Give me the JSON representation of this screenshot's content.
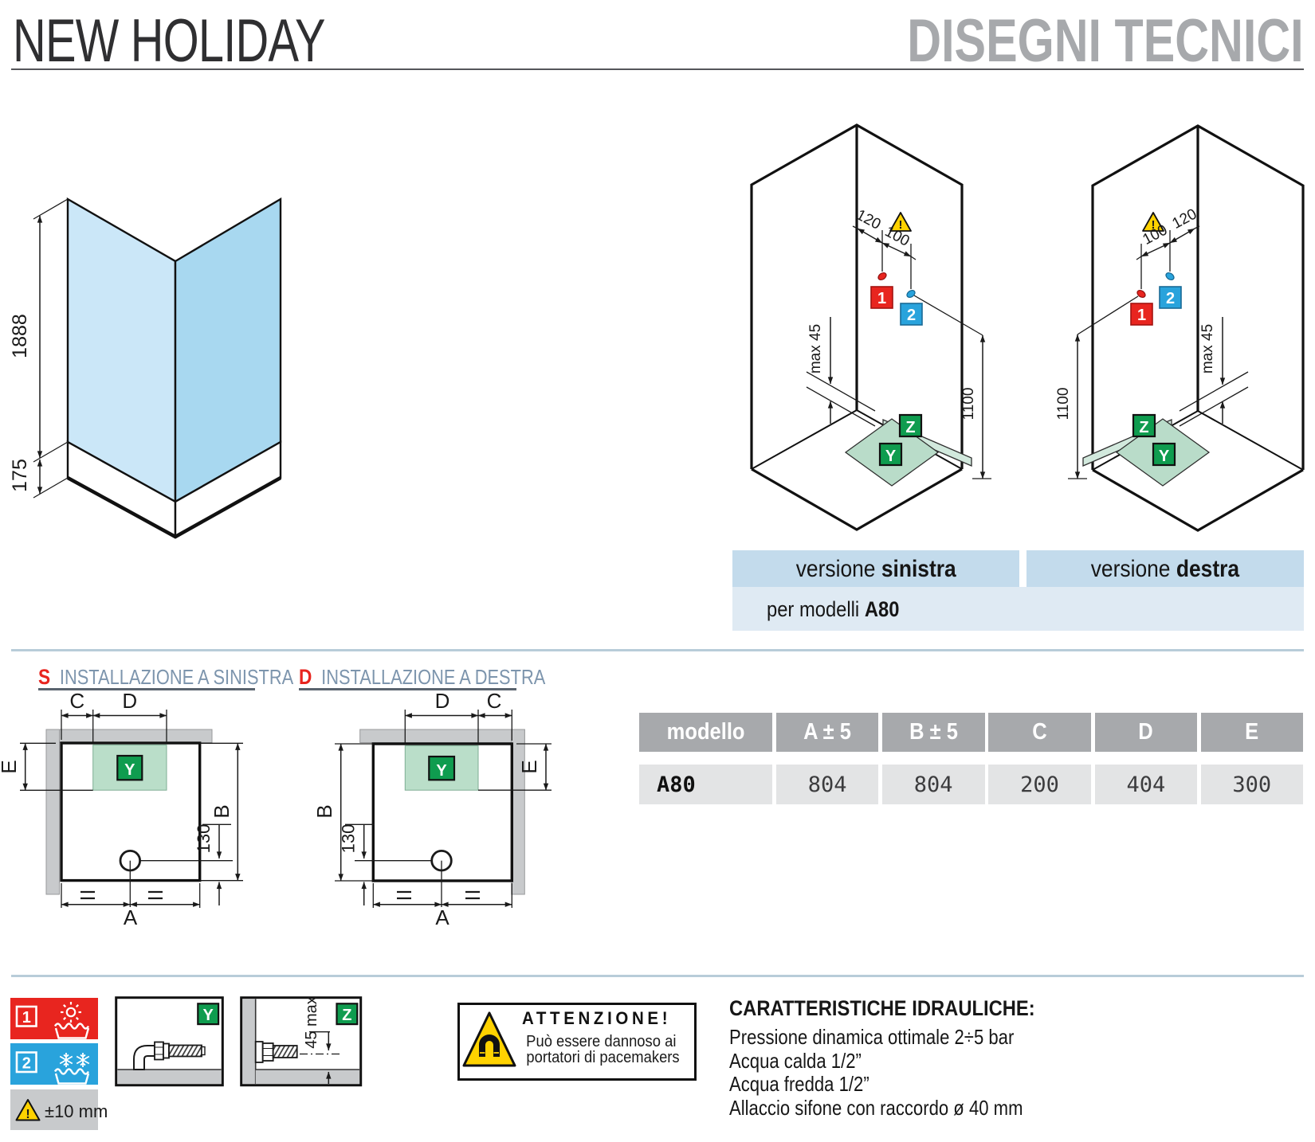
{
  "header": {
    "left": "NEW HOLIDAY",
    "right": "DISEGNI TECNICI"
  },
  "glass": {
    "height": "1888",
    "base": "175"
  },
  "cabin": {
    "left": {
      "d1": "120",
      "d2": "100"
    },
    "right": {
      "d1": "100",
      "d2": "120"
    },
    "warn": "!",
    "hot_tag": "1",
    "cold_tag": "2",
    "tray_tag": "Y",
    "step_tag": "Z",
    "height": "1100",
    "step_max": "max 45"
  },
  "captions": {
    "left_pre": "versione ",
    "left_bold": "sinistra",
    "right_pre": "versione ",
    "right_bold": "destra",
    "models_pre": "per modelli ",
    "models_bold": "A80"
  },
  "plans": {
    "s_tag": "S",
    "s_title": "INSTALLAZIONE A SINISTRA",
    "d_tag": "D",
    "d_title": "INSTALLAZIONE A DESTRA",
    "A": "A",
    "B": "B",
    "C": "C",
    "D": "D",
    "E": "E",
    "drain": "130"
  },
  "table": {
    "headers": [
      "modello",
      "A ± 5",
      "B ± 5",
      "C",
      "D",
      "E"
    ],
    "row": [
      "A80",
      "804",
      "804",
      "200",
      "404",
      "300"
    ]
  },
  "legend": {
    "hot": "1",
    "cold": "2",
    "tolerance": "±10 mm",
    "y_tag": "Y",
    "z_tag": "Z",
    "z_dim": "45 max",
    "warn": "!"
  },
  "attention": {
    "title": "ATTENZIONE!",
    "line1": "Può essere dannoso ai",
    "line2": "portatori di pacemakers"
  },
  "hydraulics": {
    "title": "CARATTERISTICHE IDRAULICHE:",
    "lines": [
      "Pressione dinamica ottimale 2÷5 bar",
      "Acqua calda 1/2”",
      "Acqua fredda 1/2”",
      "Allaccio sifone con raccordo ø 40 mm"
    ]
  }
}
